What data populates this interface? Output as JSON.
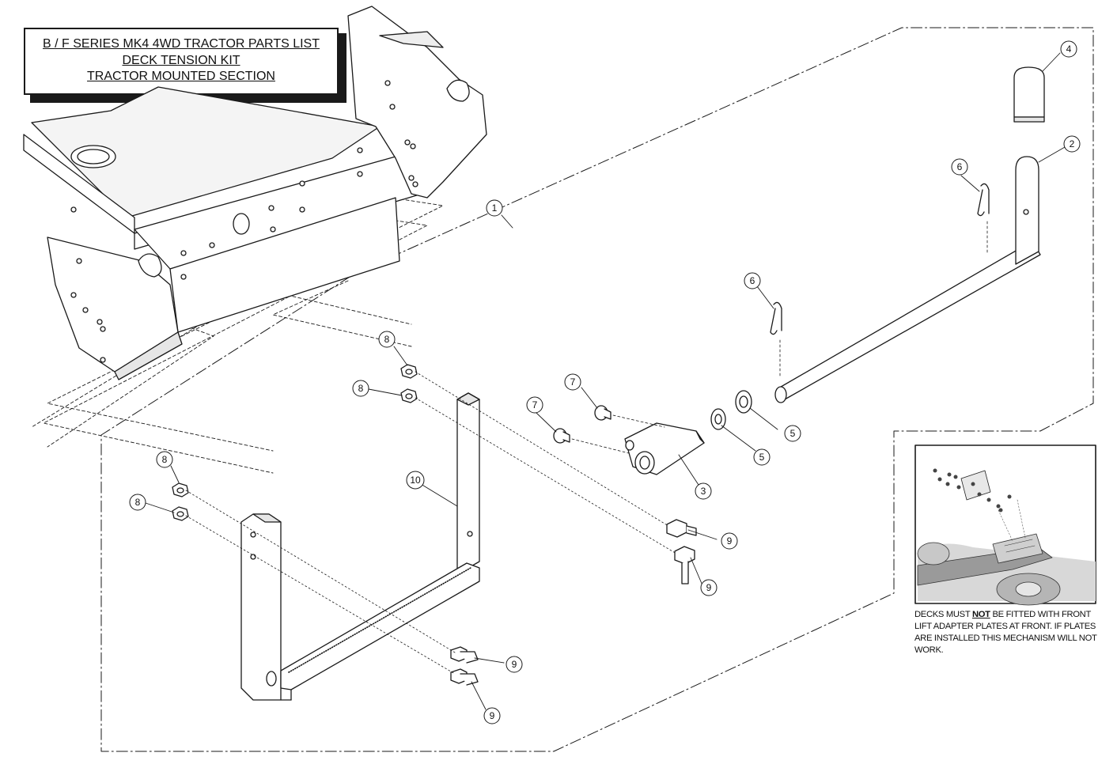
{
  "title": {
    "line1": "B / F SERIES MK4 4WD TRACTOR PARTS LIST",
    "line2": "DECK TENSION KIT",
    "line3": "TRACTOR MOUNTED SECTION"
  },
  "callouts": {
    "c1": "1",
    "c2": "2",
    "c3": "3",
    "c4": "4",
    "c5a": "5",
    "c5b": "5",
    "c6a": "6",
    "c6b": "6",
    "c7a": "7",
    "c7b": "7",
    "c8a": "8",
    "c8b": "8",
    "c8c": "8",
    "c8d": "8",
    "c9a": "9",
    "c9b": "9",
    "c9c": "9",
    "c9d": "9",
    "c10": "10"
  },
  "note": {
    "before": "DECKS MUST ",
    "emphasis": "NOT",
    "after": " BE FITTED WITH FRONT LIFT ADAPTER PLATES AT FRONT. IF PLATES ARE INSTALLED THIS MECHANISM WILL NOT WORK."
  },
  "colors": {
    "line": "#1a1a1a",
    "fill": "#ffffff",
    "shade": "#e6e6e6",
    "photo": "#9a9a9a"
  }
}
